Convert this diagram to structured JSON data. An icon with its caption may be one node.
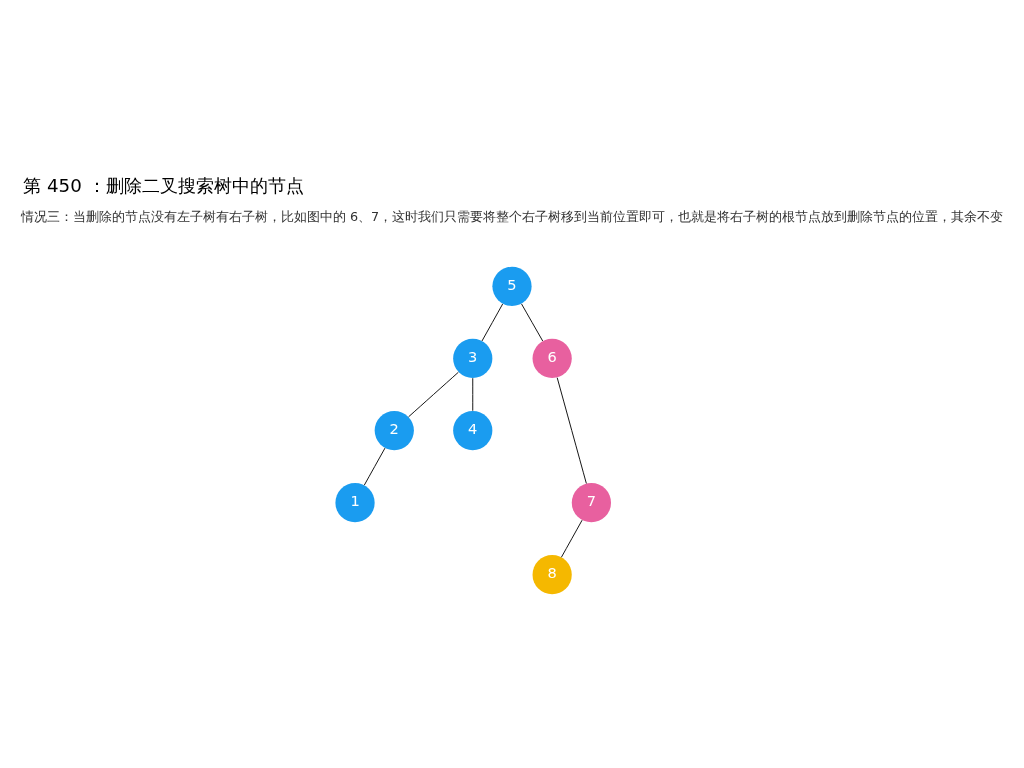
{
  "diagram": {
    "title": "第 450 ：删除二叉搜索树中的节点",
    "nodes": [
      {
        "text": [
          "5"
        ]
      },
      {
        "text": [
          "3"
        ]
      },
      {
        "text": [
          "6"
        ]
      },
      {
        "text": [
          "2"
        ]
      },
      {
        "text": [
          "4"
        ]
      },
      {
        "text": [
          "7"
        ]
      },
      {
        "text": [
          "1"
        ]
      },
      {
        "text": [
          "8"
        ]
      }
    ],
    "edges": [
      {
        "from": 0,
        "to": 1,
        "arrow": "none"
      },
      {
        "from": 0,
        "to": 2,
        "arrow": "none"
      },
      {
        "from": 1,
        "to": 3,
        "arrow": "none"
      },
      {
        "from": 1,
        "to": 4,
        "arrow": "none"
      },
      {
        "from": 2,
        "to": 5,
        "arrow": "none"
      },
      {
        "from": 3,
        "to": 6,
        "arrow": "none"
      },
      {
        "from": 5,
        "to": 7,
        "arrow": "none"
      }
    ],
    "labels": [
      "情况三：当删除的节点没有左子树有右子树，比如图中的 6、7，这时我们只需要将整个右子树移到当前位置即可，也就是将右子树的根节点放到删除节点的位置，其余不变"
    ]
  }
}
